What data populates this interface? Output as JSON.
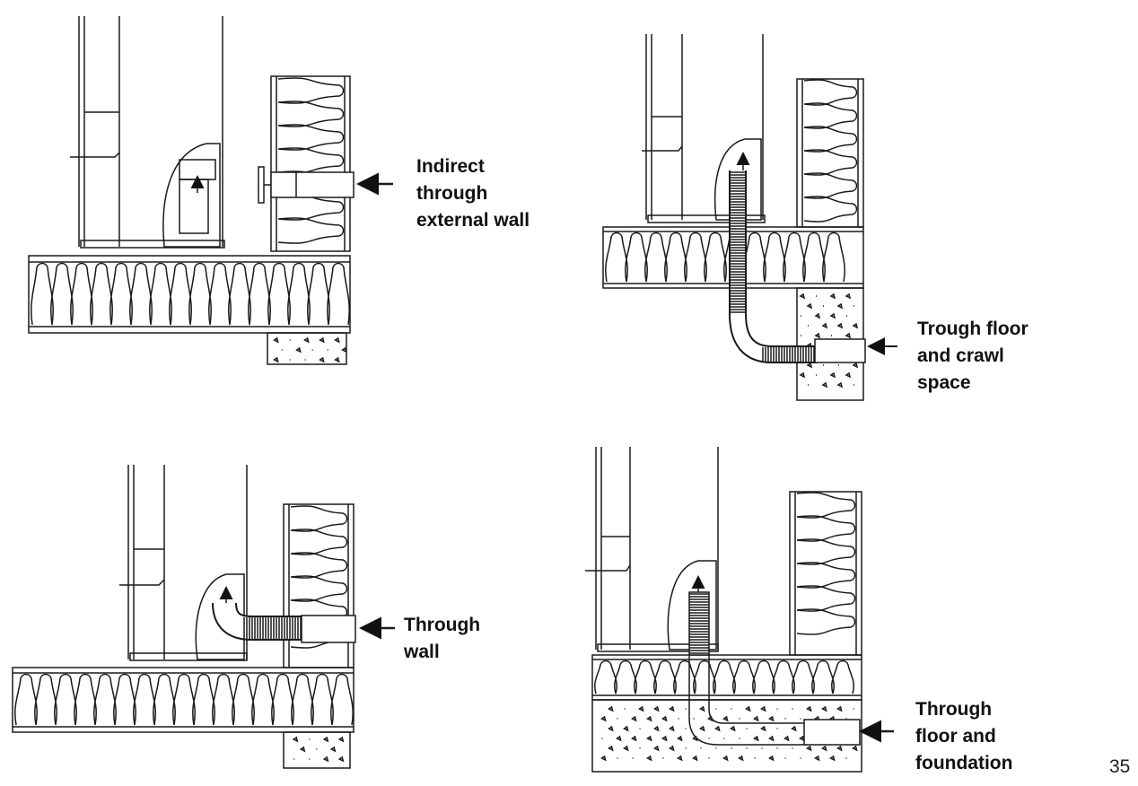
{
  "figures": [
    {
      "id": "indirect",
      "caption": [
        "Indirect",
        "through",
        "external wall"
      ]
    },
    {
      "id": "crawl",
      "caption": [
        "Trough floor",
        "and crawl",
        "space"
      ]
    },
    {
      "id": "wall",
      "caption": [
        "Through",
        "wall"
      ]
    },
    {
      "id": "foundation",
      "caption": [
        "Through",
        "floor and",
        "foundation"
      ]
    }
  ],
  "page_number": "35",
  "colors": {
    "line": "#1a1a1a",
    "background": "#ffffff"
  }
}
